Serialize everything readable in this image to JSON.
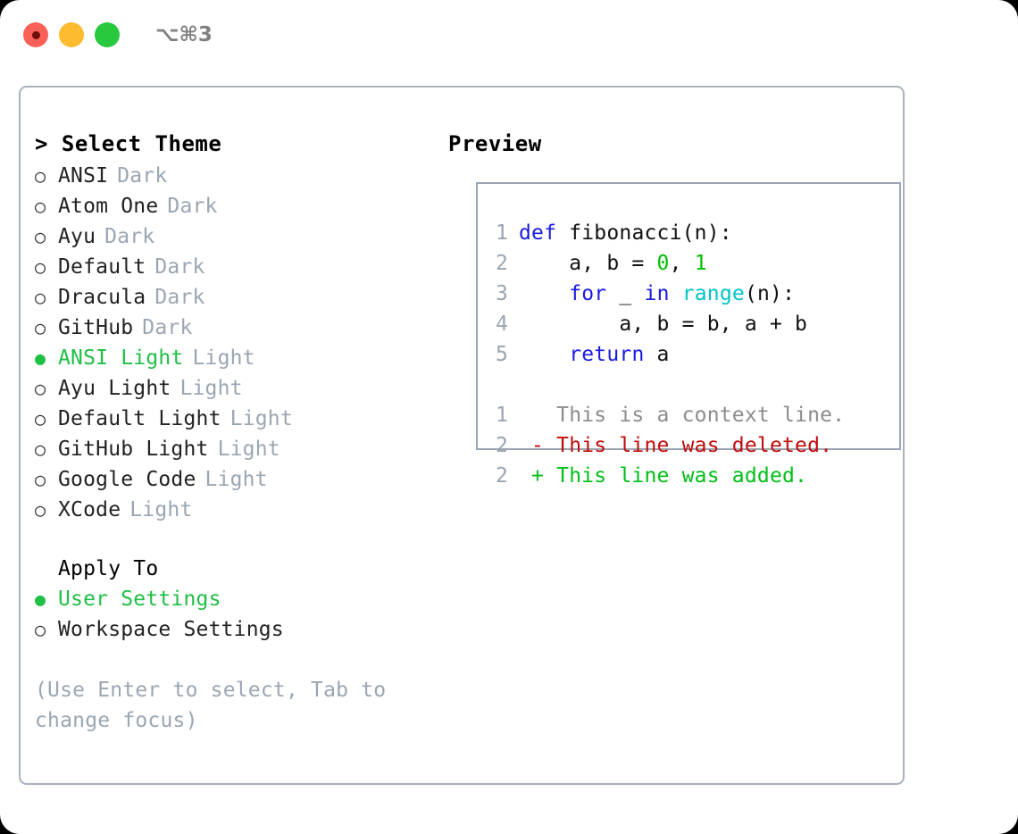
{
  "titlebar": {
    "shortcut": "⌥⌘3",
    "dots": [
      "close-dot",
      "minimize-dot",
      "maximize-dot"
    ],
    "colors": {
      "red": "#fb6058",
      "yellow": "#fdbc2f",
      "green": "#28c93f"
    }
  },
  "theme_panel": {
    "heading": "> Select Theme",
    "selected_marker": "●",
    "unselected_marker": "○",
    "items": [
      {
        "name": "ANSI",
        "variant": "Dark",
        "selected": false
      },
      {
        "name": "Atom One",
        "variant": "Dark",
        "selected": false
      },
      {
        "name": "Ayu",
        "variant": "Dark",
        "selected": false
      },
      {
        "name": "Default",
        "variant": "Dark",
        "selected": false
      },
      {
        "name": "Dracula",
        "variant": "Dark",
        "selected": false
      },
      {
        "name": "GitHub",
        "variant": "Dark",
        "selected": false
      },
      {
        "name": "ANSI Light",
        "variant": "Light",
        "selected": true
      },
      {
        "name": "Ayu Light",
        "variant": "Light",
        "selected": false
      },
      {
        "name": "Default Light",
        "variant": "Light",
        "selected": false
      },
      {
        "name": "GitHub Light",
        "variant": "Light",
        "selected": false
      },
      {
        "name": "Google Code",
        "variant": "Light",
        "selected": false
      },
      {
        "name": "XCode",
        "variant": "Light",
        "selected": false
      }
    ]
  },
  "apply_to": {
    "heading": "Apply To",
    "items": [
      {
        "name": "User Settings",
        "selected": true
      },
      {
        "name": "Workspace Settings",
        "selected": false
      }
    ]
  },
  "hint": "(Use Enter to select, Tab to change focus)",
  "preview": {
    "heading": "Preview",
    "code_lines": [
      {
        "no": "1",
        "tokens": [
          {
            "t": "def ",
            "c": "kw"
          },
          {
            "t": "fibonacci(n):",
            "c": "plain"
          }
        ]
      },
      {
        "no": "2",
        "tokens": [
          {
            "t": "    a, b = ",
            "c": "plain"
          },
          {
            "t": "0",
            "c": "num"
          },
          {
            "t": ", ",
            "c": "plain"
          },
          {
            "t": "1",
            "c": "num"
          }
        ]
      },
      {
        "no": "3",
        "tokens": [
          {
            "t": "    ",
            "c": "plain"
          },
          {
            "t": "for",
            "c": "kw"
          },
          {
            "t": " _ ",
            "c": "plain"
          },
          {
            "t": "in",
            "c": "kw"
          },
          {
            "t": " ",
            "c": "plain"
          },
          {
            "t": "range",
            "c": "fn"
          },
          {
            "t": "(n):",
            "c": "plain"
          }
        ]
      },
      {
        "no": "4",
        "tokens": [
          {
            "t": "        a, b = b, a + b",
            "c": "plain"
          }
        ]
      },
      {
        "no": "5",
        "tokens": [
          {
            "t": "    ",
            "c": "plain"
          },
          {
            "t": "return",
            "c": "kw"
          },
          {
            "t": " a",
            "c": "plain"
          }
        ]
      }
    ],
    "diff_lines": [
      {
        "no": "1",
        "prefix": "  ",
        "text": "This is a context line.",
        "kind": "context"
      },
      {
        "no": "2",
        "prefix": "- ",
        "text": "This line was deleted.",
        "kind": "del"
      },
      {
        "no": "2",
        "prefix": "+ ",
        "text": "This line was added.",
        "kind": "add"
      }
    ]
  },
  "colors": {
    "accent_green": "#20bf45",
    "muted": "#9aa6b2",
    "keyword": "#1a1ae0",
    "function": "#00c4c4",
    "number": "#00bf00",
    "diff_delete": "#c00b0b",
    "diff_add": "#00bf17",
    "border": "#a8b2bd"
  }
}
